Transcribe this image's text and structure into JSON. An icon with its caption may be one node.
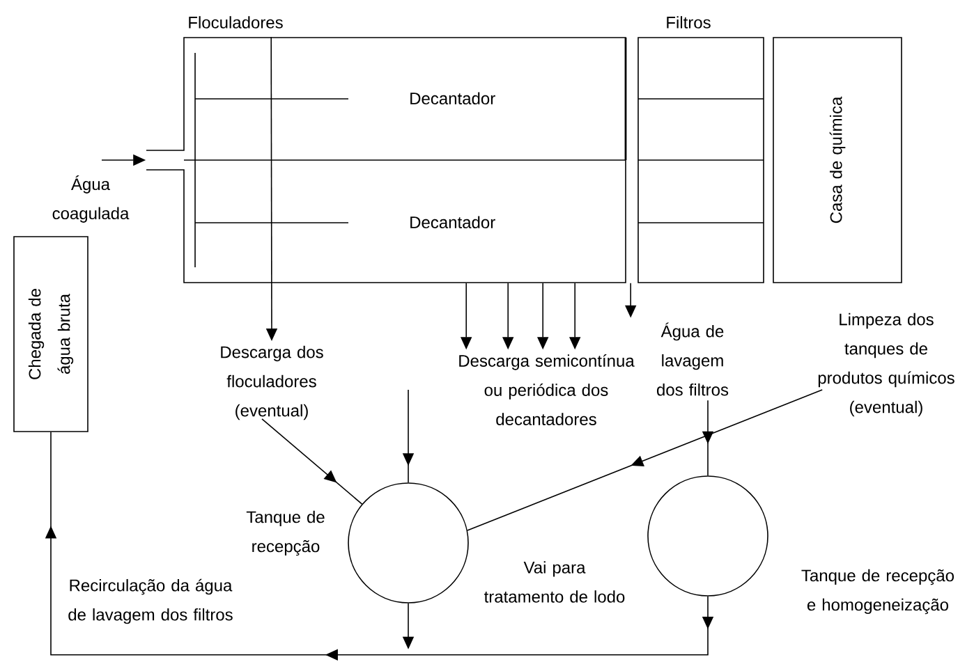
{
  "diagram": {
    "nodes": [
      {
        "text": [
          "Floculadores"
        ]
      },
      {
        "text": [
          "Decantador"
        ],
        "in": 0
      },
      {
        "text": [
          "Decantador"
        ],
        "in": 0
      },
      {
        "text": [
          "Filtros"
        ]
      },
      {
        "text": [
          "Casa de química"
        ]
      },
      {
        "text": [
          "Chegada de água bruta"
        ]
      },
      {
        "text": [
          "Descarga dos floculadores (eventual)"
        ]
      },
      {
        "text": [
          "Descarga semicontínua ou periódica dos decantadores"
        ]
      },
      {
        "text": [
          "Água de lavagem dos filtros"
        ]
      },
      {
        "text": [
          "Limpeza dos tanques de produtos químicos (eventual)"
        ]
      },
      {
        "text": [],
        "shape": "circle",
        "beside": [
          "Tanque de recepção"
        ]
      },
      {
        "text": [],
        "shape": "circle",
        "beside": [
          "Tanque de recepção e homogeneização"
        ]
      }
    ],
    "edges": [
      {
        "from": null,
        "to": 0,
        "arrow": "to",
        "label": "Água coagulada"
      },
      {
        "from": 0,
        "to": 6,
        "arrow": "to"
      },
      {
        "from": 0,
        "to": 7,
        "arrow": "to"
      },
      {
        "from": 0,
        "to": 7,
        "arrow": "to"
      },
      {
        "from": 0,
        "to": 7,
        "arrow": "to"
      },
      {
        "from": 0,
        "to": 7,
        "arrow": "to"
      },
      {
        "from": 3,
        "to": 8,
        "arrow": "to"
      },
      {
        "from": 6,
        "to": 10,
        "arrow": "to"
      },
      {
        "from": 7,
        "to": 10,
        "arrow": "to"
      },
      {
        "from": 8,
        "to": 11,
        "arrow": "to"
      },
      {
        "from": 9,
        "to": 10,
        "arrow": "to"
      },
      {
        "from": 10,
        "to": null,
        "arrow": "to"
      },
      {
        "from": 11,
        "to": 5,
        "arrow": "to"
      }
    ],
    "labels": [
      "Vai para tratamento de lodo",
      "Recirculação da água de lavagem dos filtros"
    ]
  }
}
